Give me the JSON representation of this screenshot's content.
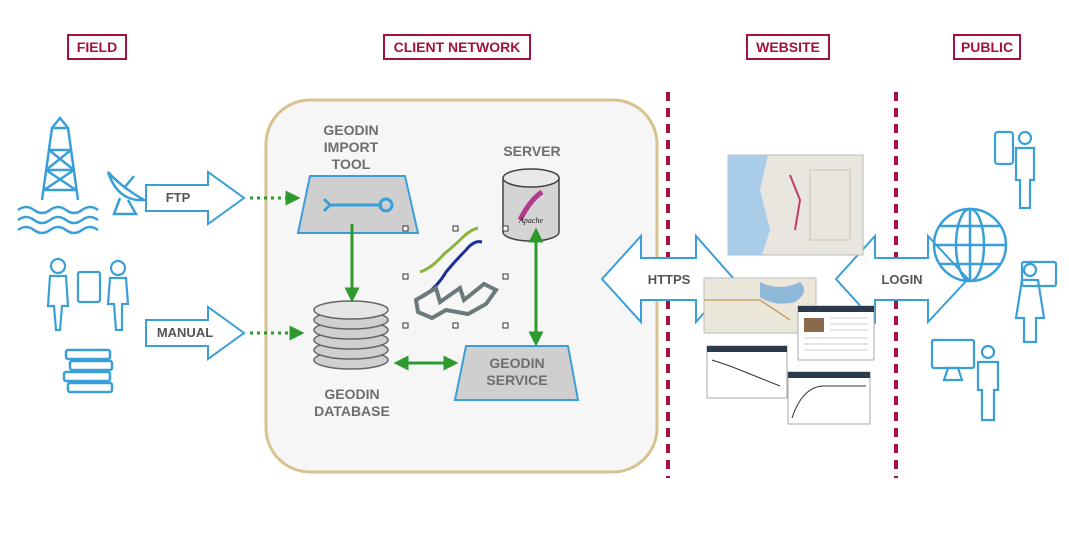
{
  "headers": {
    "field": "FIELD",
    "client_network": "CLIENT NETWORK",
    "website": "WEBSITE",
    "public": "PUBLIC"
  },
  "arrows": {
    "ftp": "FTP",
    "manual": "MANUAL",
    "https": "HTTPS",
    "login": "LOGIN"
  },
  "components": {
    "import_tool": "GEODIN IMPORT TOOL",
    "server": "SERVER",
    "database": "GEODIN DATABASE",
    "service": "GEODIN SERVICE",
    "apache": "Apache"
  },
  "colors": {
    "header": "#a5123b",
    "icon_blue": "#3a9fd8",
    "green_arrow": "#2e9a2e",
    "network_border": "#d8c28f",
    "divider": "#a5123b"
  },
  "icons": [
    "oil-rig-icon",
    "satellite-dish-icon",
    "water-waves-icon",
    "field-workers-icon",
    "books-icon",
    "wrench-icon",
    "server-cylinder-icon",
    "database-icon",
    "geo-layers-icon",
    "globe-icon",
    "mobile-user-icon",
    "tablet-user-icon",
    "desktop-user-icon"
  ]
}
